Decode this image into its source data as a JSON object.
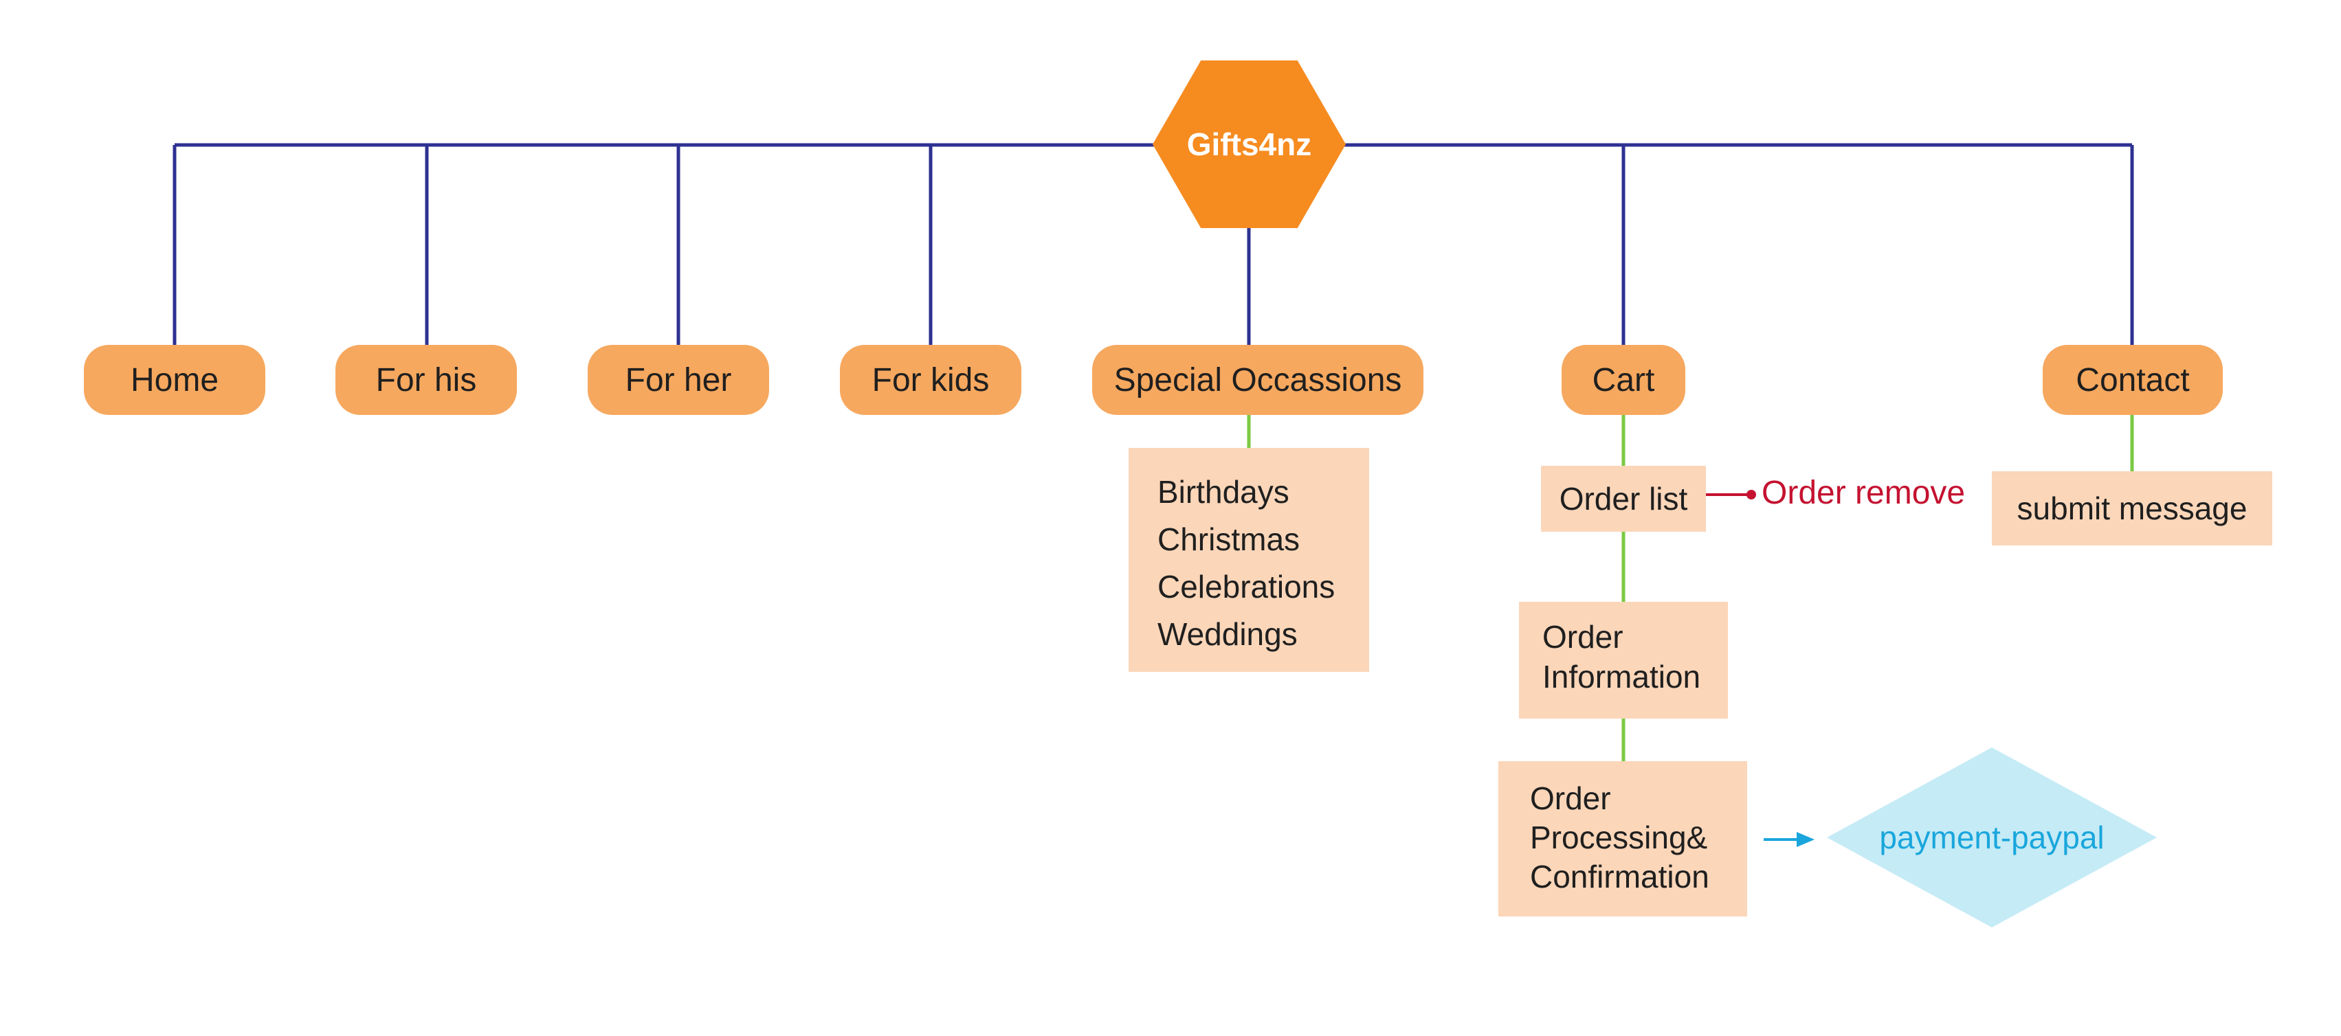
{
  "root": {
    "label": "Gifts4nz"
  },
  "nav": {
    "home": "Home",
    "for_his": "For his",
    "for_her": "For her",
    "for_kids": "For kids",
    "special_occasions": "Special Occassions",
    "cart": "Cart",
    "contact": "Contact"
  },
  "occasions": {
    "items": [
      "Birthdays",
      "Christmas",
      "Celebrations",
      "Weddings"
    ]
  },
  "cart_flow": {
    "order_list": "Order list",
    "order_remove": "Order remove",
    "order_information": [
      "Order",
      "Information"
    ],
    "order_processing": [
      "Order",
      "Processing&",
      "Confirmation"
    ],
    "payment": "payment-paypal"
  },
  "contact_flow": {
    "submit_message": "submit message"
  },
  "colors": {
    "root": "#f68b20",
    "nav_node": "#f6a85f",
    "sub_box": "#fbd6b9",
    "tree_line": "#2e3192",
    "branch_line": "#7ac943",
    "remove": "#c41230",
    "payment_fill": "#c5ebf6",
    "payment_text": "#1aa6dc"
  }
}
